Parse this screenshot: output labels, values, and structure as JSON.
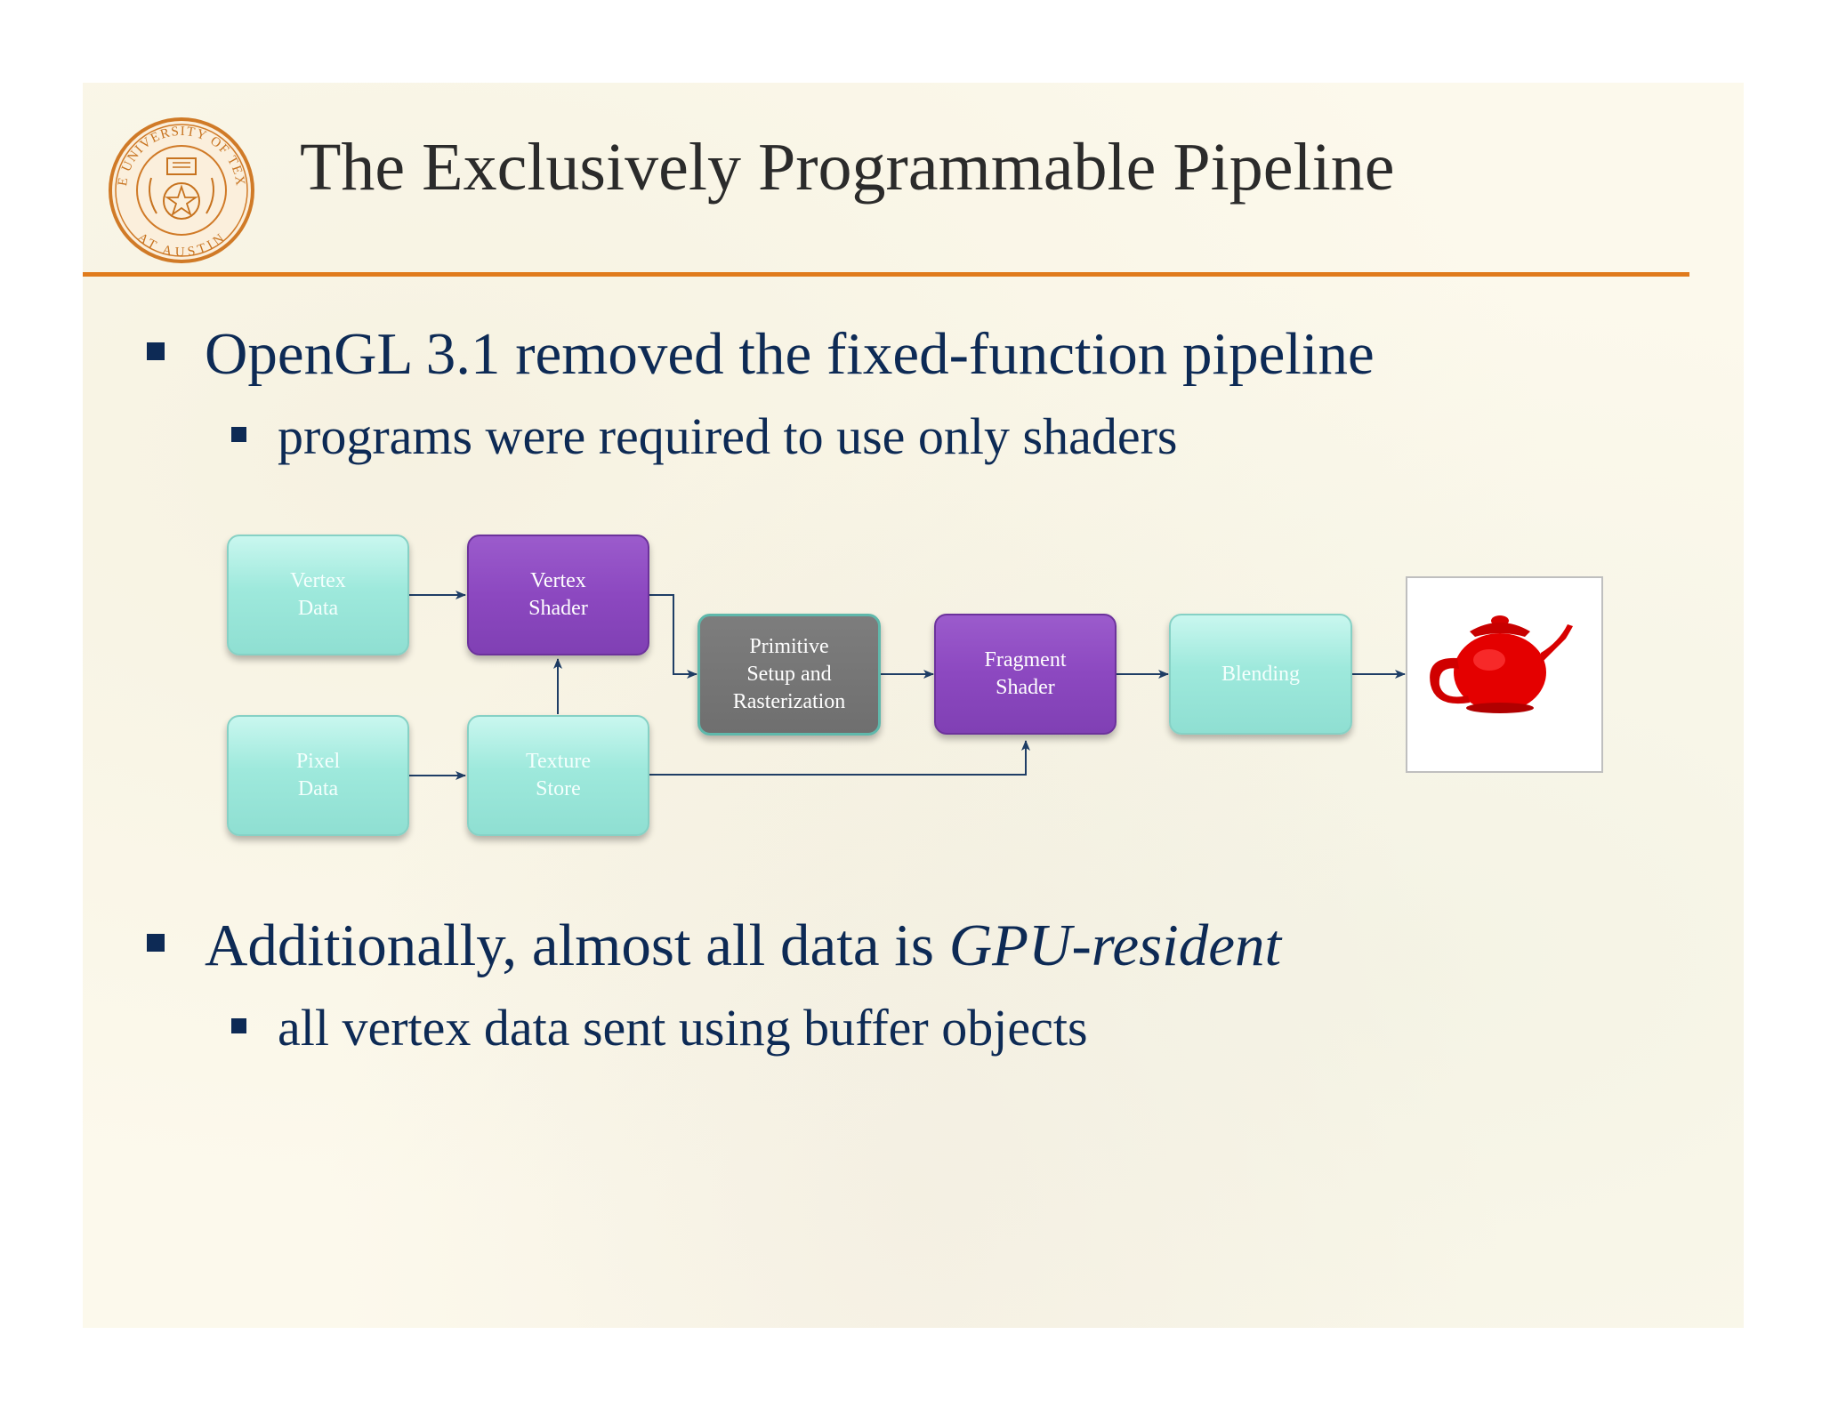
{
  "slide": {
    "title": "The Exclusively Programmable Pipeline",
    "seal_text": [
      "THE UNIVERSITY OF TEXAS",
      "AT AUSTIN"
    ],
    "accent_color": "#e07b1c",
    "text_color": "#0d2a55"
  },
  "bullets": [
    {
      "level": 1,
      "text": "OpenGL 3.1 removed the fixed-function pipeline"
    },
    {
      "level": 2,
      "text": "programs were required to use only shaders"
    },
    {
      "level": 1,
      "text_prefix": "Additionally, almost all data is ",
      "text_emphasis": "GPU-resident"
    },
    {
      "level": 2,
      "text": "all vertex data sent using buffer objects"
    }
  ],
  "diagram": {
    "nodes": {
      "vertex_data": "Vertex\nData",
      "vertex_shader": "Vertex\nShader",
      "pixel_data": "Pixel\nData",
      "texture_store": "Texture\nStore",
      "primitive_setup": "Primitive\nSetup and\nRasterization",
      "fragment_shader": "Fragment\nShader",
      "blending": "Blending"
    },
    "edges": [
      [
        "vertex_data",
        "vertex_shader"
      ],
      [
        "pixel_data",
        "texture_store"
      ],
      [
        "texture_store",
        "vertex_shader"
      ],
      [
        "texture_store",
        "fragment_shader"
      ],
      [
        "vertex_shader",
        "primitive_setup"
      ],
      [
        "primitive_setup",
        "fragment_shader"
      ],
      [
        "fragment_shader",
        "blending"
      ],
      [
        "blending",
        "output_image"
      ]
    ],
    "output_image": "red-teapot-render",
    "colors": {
      "teal": "#9ee9dc",
      "purple": "#8c48c0",
      "gray": "#737373",
      "teapot": "#e00000",
      "arrow": "#1f3e66"
    }
  }
}
